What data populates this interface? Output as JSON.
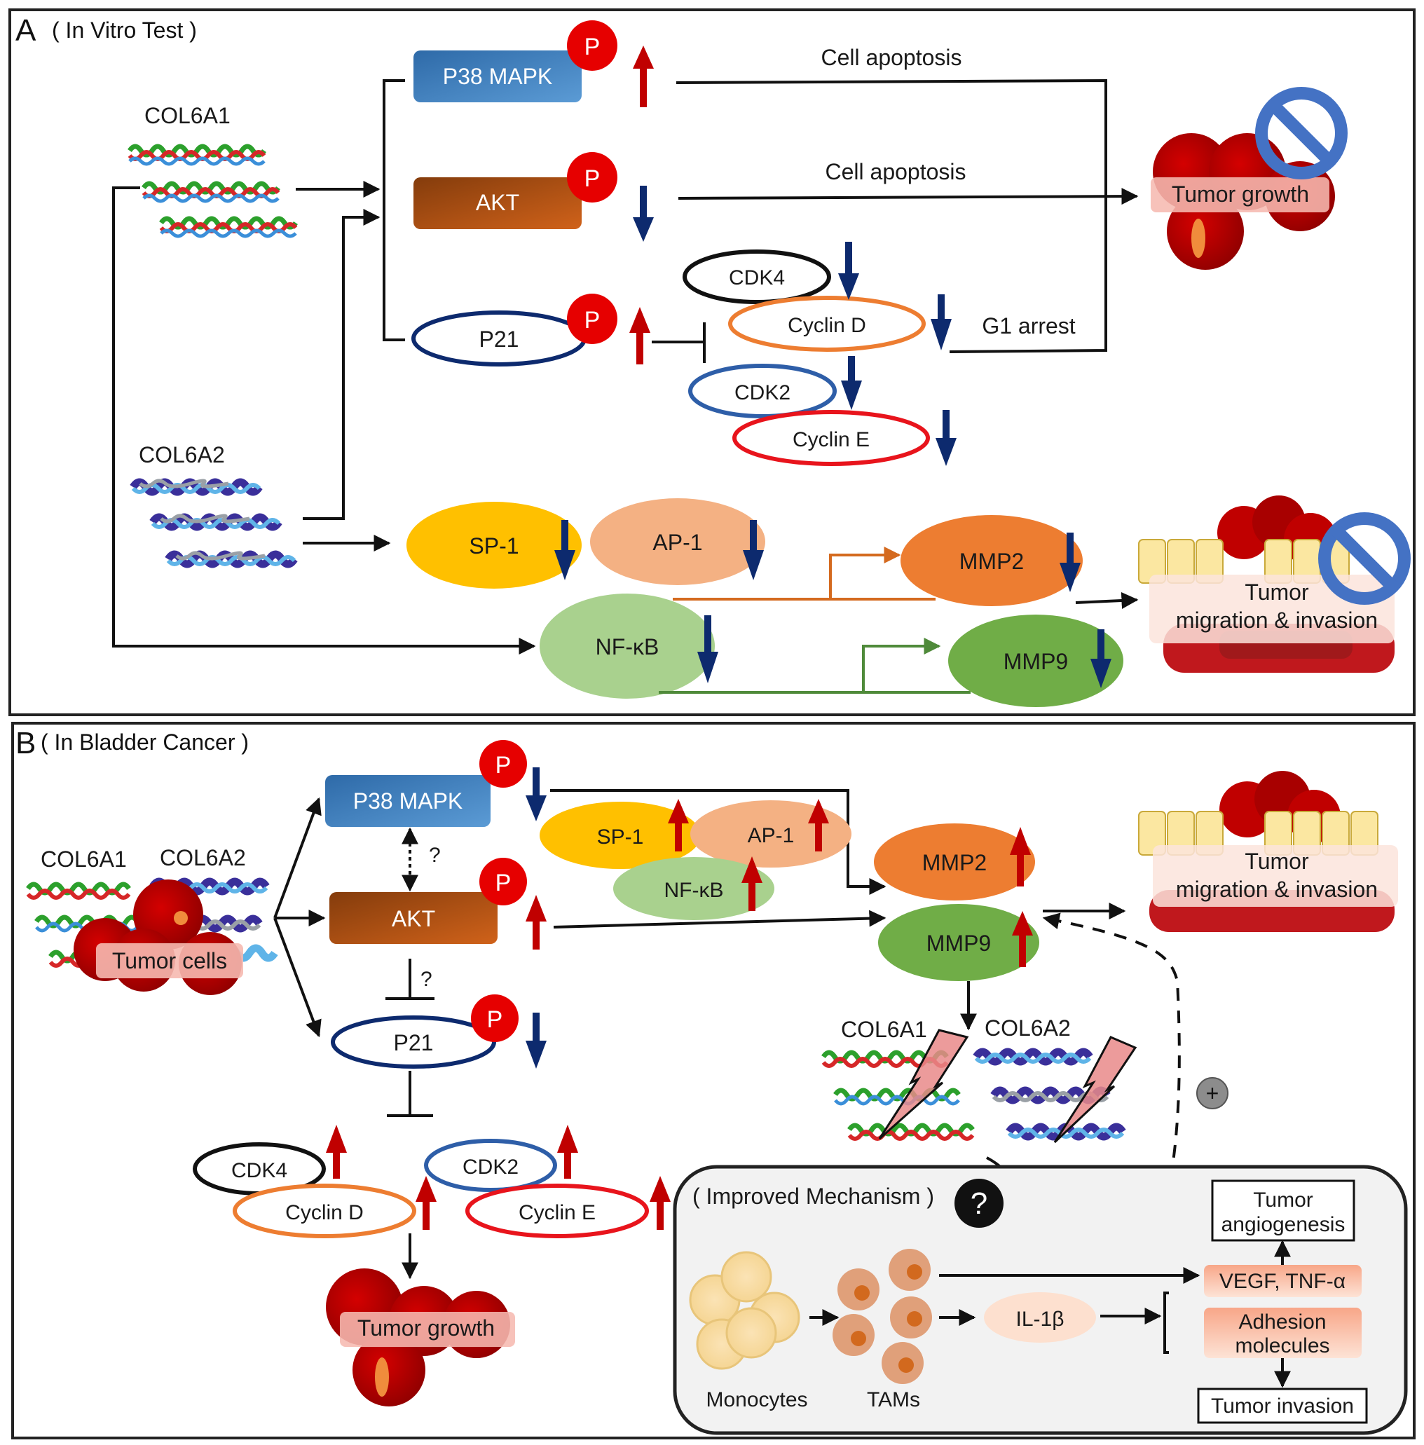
{
  "figure": {
    "panels": [
      {
        "letter": "A",
        "title": "( In Vitro Test )",
        "collagens": {
          "col6a1": "COL6A1",
          "col6a2": "COL6A2"
        },
        "kinases": {
          "p38": {
            "label": "P38 MAPK",
            "phospho": "P",
            "change": "up"
          },
          "akt": {
            "label": "AKT",
            "phospho": "P",
            "change": "down"
          },
          "p21": {
            "label": "P21",
            "phospho": "P",
            "change": "up"
          }
        },
        "cell_cycle": [
          {
            "label": "CDK4",
            "change": "down"
          },
          {
            "label": "Cyclin D",
            "change": "down"
          },
          {
            "label": "CDK2",
            "change": "down"
          },
          {
            "label": "Cyclin E",
            "change": "down"
          }
        ],
        "edge_labels": {
          "apoptosis_1": "Cell apoptosis",
          "apoptosis_2": "Cell apoptosis",
          "g1": "G1 arrest"
        },
        "transcription_factors": [
          {
            "label": "SP-1",
            "change": "down"
          },
          {
            "label": "AP-1",
            "change": "down"
          },
          {
            "label": "NF-κB",
            "change": "down"
          }
        ],
        "mmps": [
          {
            "label": "MMP2",
            "change": "down"
          },
          {
            "label": "MMP9",
            "change": "down"
          }
        ],
        "outcomes": {
          "growth": "Tumor growth",
          "migration_line1": "Tumor",
          "migration_line2": "migration & invasion"
        }
      },
      {
        "letter": "B",
        "title": "( In Bladder Cancer )",
        "collagens": {
          "col6a1": "COL6A1",
          "col6a2": "COL6A2",
          "tumor_cells": "Tumor  cells"
        },
        "kinases": {
          "p38": {
            "label": "P38 MAPK",
            "phospho": "P",
            "change": "down"
          },
          "akt": {
            "label": "AKT",
            "phospho": "P",
            "change": "up"
          },
          "p21": {
            "label": "P21",
            "phospho": "P",
            "change": "down"
          }
        },
        "question_marks": [
          "?",
          "?"
        ],
        "cell_cycle": [
          {
            "label": "CDK4",
            "change": "up"
          },
          {
            "label": "Cyclin D",
            "change": "up"
          },
          {
            "label": "CDK2",
            "change": "up"
          },
          {
            "label": "Cyclin E",
            "change": "up"
          }
        ],
        "transcription_factors": [
          {
            "label": "SP-1",
            "change": "up"
          },
          {
            "label": "AP-1",
            "change": "up"
          },
          {
            "label": "NF-κB",
            "change": "up"
          }
        ],
        "mmps": [
          {
            "label": "MMP2",
            "change": "up"
          },
          {
            "label": "MMP9",
            "change": "up"
          }
        ],
        "degraded_collagens": {
          "col6a1": "COL6A1",
          "col6a2": "COL6A2"
        },
        "plus": "+",
        "outcomes": {
          "growth": "Tumor growth",
          "migration_line1": "Tumor",
          "migration_line2": "migration & invasion"
        },
        "improved_mechanism": {
          "title": "( Improved Mechanism )",
          "question": "?",
          "monocytes": "Monocytes",
          "tams": "TAMs",
          "il1b": "IL-1β",
          "vegf": "VEGF, TNF-α",
          "adhesion_line1": "Adhesion",
          "adhesion_line2": "molecules",
          "angio_line1": "Tumor",
          "angio_line2": "angiogenesis",
          "invasion": "Tumor invasion"
        }
      }
    ],
    "colors": {
      "up_arrow": "#c00000",
      "down_arrow": "#0d2a6e",
      "phospho": "#e60000",
      "p38": "#3f7fc0",
      "akt": "#b5500f",
      "sp1": "#ffc000",
      "ap1": "#f4b183",
      "nfkb": "#a9d18e",
      "mmp2": "#ed7d31",
      "mmp9": "#70ad47",
      "prohibit": "#4472c4"
    }
  }
}
